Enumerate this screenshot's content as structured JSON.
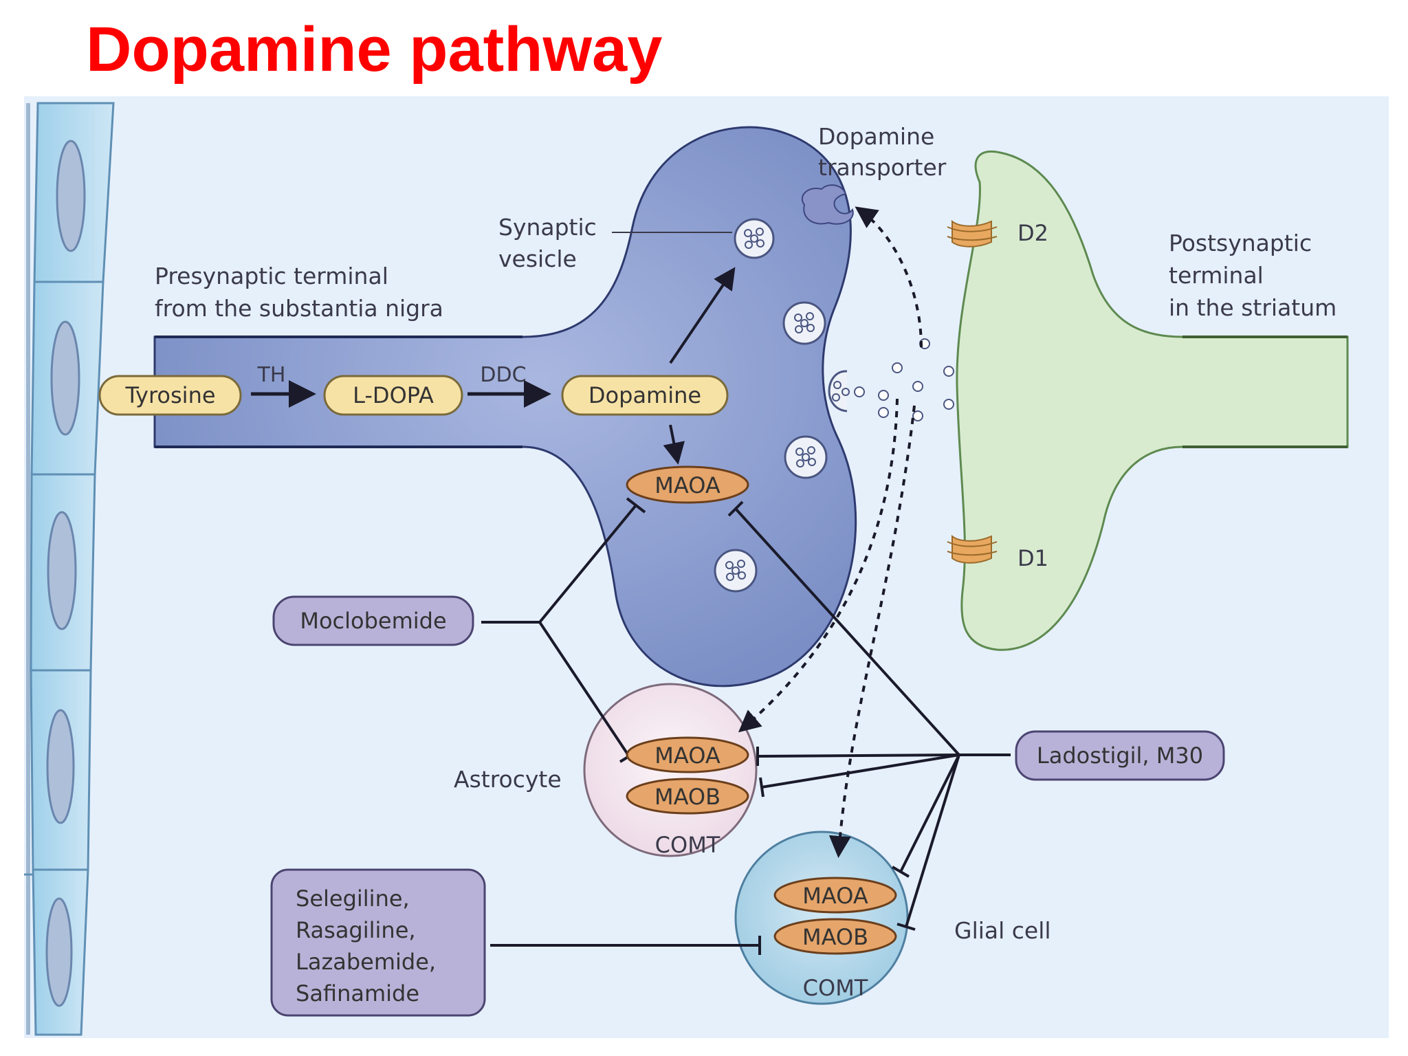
{
  "title": "Dopamine pathway",
  "colors": {
    "title": "#ff0000",
    "background": "#e6f0fb",
    "presynaptic": "#8b9fd2",
    "postsynaptic": "#d8ebcf",
    "molecule_pill": "#f7e2a6",
    "enzyme_pill": "#e6a56a",
    "drug_box": "#b9b2d8",
    "astrocyte": "#f5e9f1",
    "glial_cell": "#bcdcec"
  },
  "labels": {
    "presynaptic_line1": "Presynaptic terminal",
    "presynaptic_line2": "from the substantia nigra",
    "synaptic_line1": "Synaptic",
    "synaptic_line2": "vesicle",
    "transporter_line1": "Dopamine",
    "transporter_line2": "transporter",
    "postsynaptic_line1": "Postsynaptic",
    "postsynaptic_line2": "terminal",
    "postsynaptic_line3": "in the striatum",
    "receptor_d2": "D2",
    "receptor_d1": "D1",
    "astrocyte": "Astrocyte",
    "glial_cell": "Glial cell"
  },
  "pathway": {
    "tyrosine": "Tyrosine",
    "th": "TH",
    "l_dopa": "L-DOPA",
    "ddc": "DDC",
    "dopamine": "Dopamine"
  },
  "enzymes": {
    "neuron_maoa": "MAOA",
    "astrocyte_maoa": "MAOA",
    "astrocyte_maob": "MAOB",
    "astrocyte_comt": "COMT",
    "glial_maoa": "MAOA",
    "glial_maob": "MAOB",
    "glial_comt": "COMT"
  },
  "drugs": {
    "moclobemide": "Moclobemide",
    "ladostigil": "Ladostigil, M30",
    "maob_line1": "Selegiline,",
    "maob_line2": "Rasagiline,",
    "maob_line3": "Lazabemide,",
    "maob_line4": "Safinamide"
  }
}
